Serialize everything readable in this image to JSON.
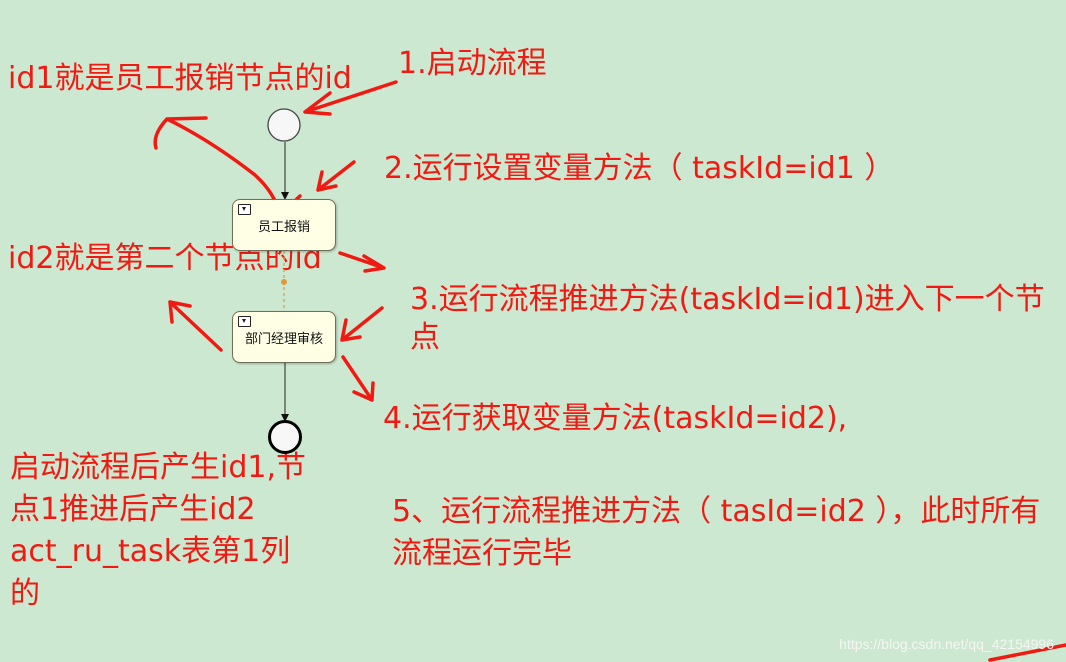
{
  "annotations": {
    "id1_note": "id1就是员工报销节点的id",
    "step1": "1.启动流程",
    "step2": "2.运行设置变量方法（ taskId=id1 ）",
    "id2_note": "id2就是第二个节点的id",
    "step3": "3.运行流程推进方法(taskId=id1)进入下一个节点",
    "step4": "4.运行获取变量方法(taskId=id2),",
    "bottom_left_note": "启动流程后产生id1,节点1推进后产生id2 act_ru_task表第1列的",
    "step5": "5、运行流程推进方法（ tasId=id2 ），此时所有流程运行完毕"
  },
  "process": {
    "task1_label": "员工报销",
    "task2_label": "部门经理审核"
  },
  "watermark": "https://blog.csdn.net/qq_42154996",
  "colors": {
    "background": "#cde8d0",
    "annotation": "#f01a12",
    "task_fill": "#ffffe6"
  }
}
